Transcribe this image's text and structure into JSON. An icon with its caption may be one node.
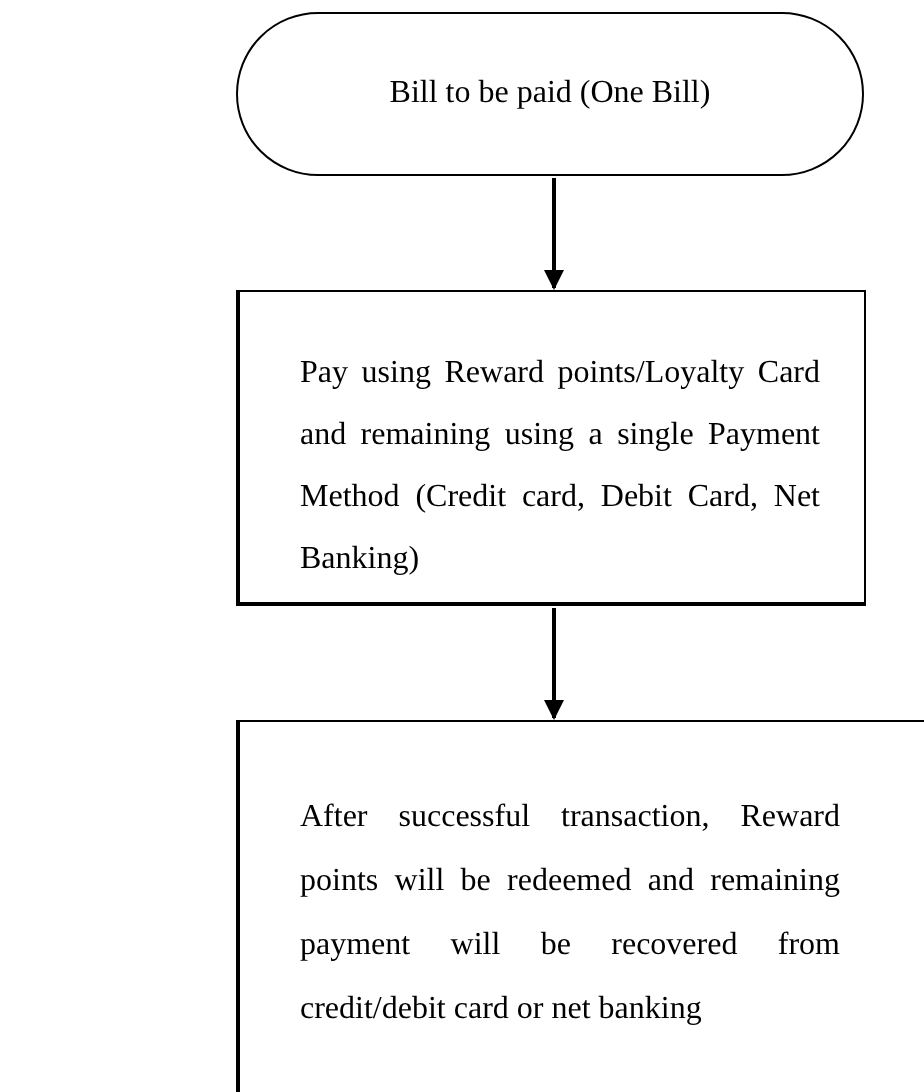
{
  "diagram": {
    "nodes": [
      {
        "text": [
          "Bill to be paid (One Bill)"
        ]
      },
      {
        "text": [
          "Pay using Reward points/Loyalty Card and remaining using a single Payment Method (Credit card, Debit Card, Net Banking)"
        ]
      },
      {
        "text": [
          "After successful transaction, Reward points will be redeemed and remaining payment will be recovered from credit/debit card or net banking"
        ]
      }
    ],
    "edges": [
      {
        "from": 0,
        "to": 1,
        "arrow": "to"
      },
      {
        "from": 1,
        "to": 2,
        "arrow": "to"
      }
    ]
  }
}
